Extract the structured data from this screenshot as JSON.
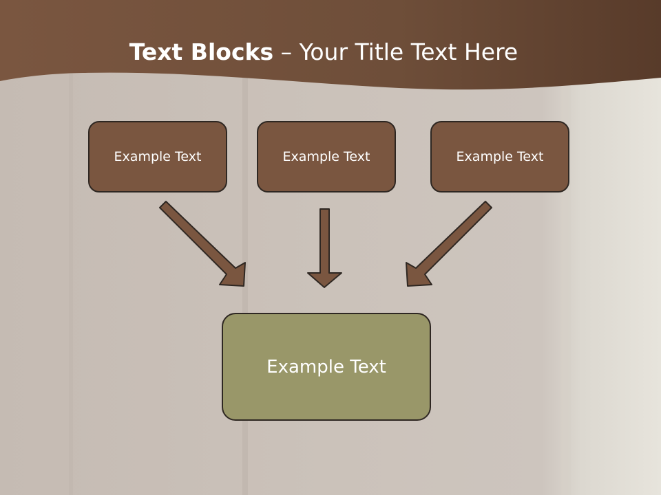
{
  "title": {
    "bold": "Text Blocks",
    "separator": " – ",
    "rest": "Your Title Text Here"
  },
  "blocks": [
    {
      "label": "Example Text"
    },
    {
      "label": "Example Text"
    },
    {
      "label": "Example Text"
    }
  ],
  "result_block": {
    "label": "Example Text"
  },
  "colors": {
    "header_band": "#6a4a34",
    "top_box_fill": "#7a5640",
    "bottom_box_fill": "#999769",
    "arrow_fill": "#7a5640",
    "outline": "#2e2722"
  }
}
